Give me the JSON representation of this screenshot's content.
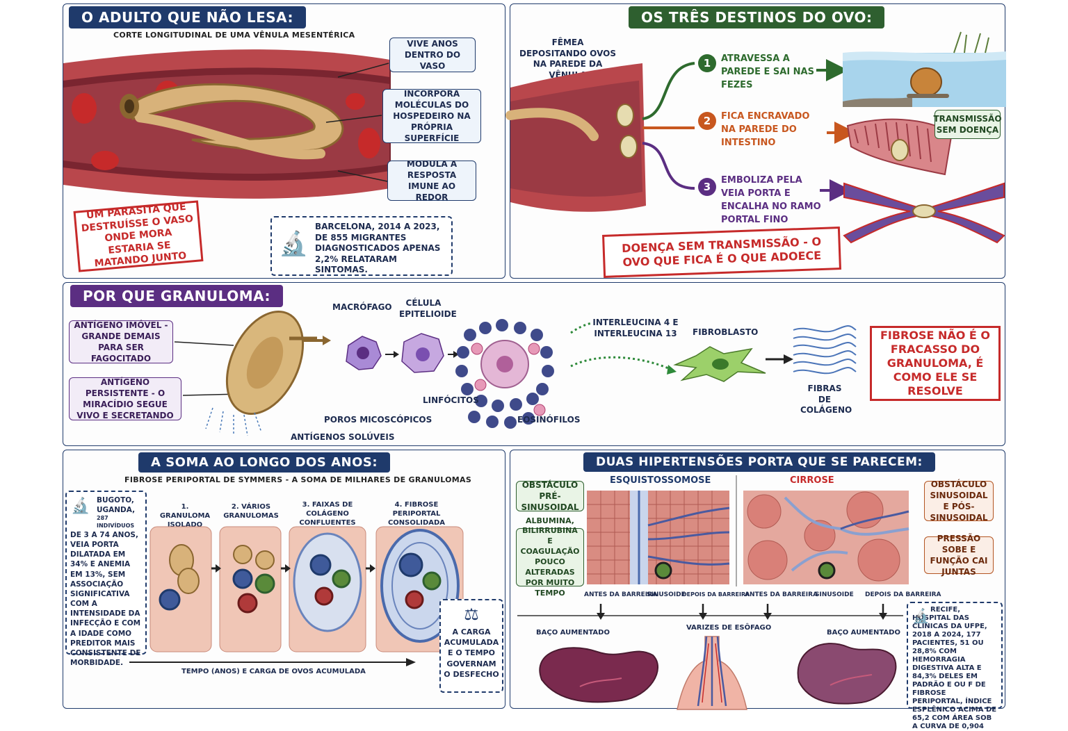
{
  "panel1": {
    "title": "O ADULTO QUE NÃO LESA:",
    "subtitle": "CORTE LONGITUDINAL DE UMA VÊNULA MESENTÉRICA",
    "box1": "VIVE ANOS DENTRO DO VASO",
    "box2": "INCORPORA MOLÉCULAS DO HOSPEDEIRO NA PRÓPRIA SUPERFÍCIE",
    "box3": "MODULA A RESPOSTA IMUNE AO REDOR",
    "stamp": "UM PARASITA QUE DESTRUÍSSE O VASO ONDE MORA ESTARIA SE MATANDO JUNTO",
    "note": "BARCELONA, 2014 A 2023, DE 855 MIGRANTES DIAGNOSTICADOS APENAS 2,2% RELATARAM SINTOMAS."
  },
  "panel2": {
    "title": "OS TRÊS DESTINOS DO OVO:",
    "female_label": "FÊMEA DEPOSITANDO OVOS NA PAREDE DA VÊNULA",
    "destinies": [
      {
        "num": "1",
        "text": "ATRAVESSA A PAREDE E SAI NAS FEZES",
        "color": "#2e6b2e"
      },
      {
        "num": "2",
        "text": "FICA ENCRAVADO NA PAREDE DO INTESTINO",
        "color": "#c8571f"
      },
      {
        "num": "3",
        "text": "EMBOLIZA PELA VEIA PORTA E ENCALHA NO RAMO PORTAL FINO",
        "color": "#5b2e82"
      }
    ],
    "transmission_box": "TRANSMISSÃO SEM DOENÇA",
    "stamp": "DOENÇA SEM TRANSMISSÃO - O OVO QUE FICA É O QUE ADOECE"
  },
  "panel3": {
    "title": "POR QUE GRANULOMA:",
    "box1": "ANTÍGENO IMÓVEL - GRANDE DEMAIS PARA SER FAGOCITADO",
    "box2": "ANTÍGENO PERSISTENTE - O MIRACÍDIO SEGUE VIVO E SECRETANDO",
    "pores": "POROS MICOSCÓPICOS",
    "antigens": "ANTÍGENOS SOLÚVEIS",
    "macrophage": "MACRÓFAGO",
    "epithelioid": "CÉLULA EPITELIOIDE",
    "lymphocytes": "LINFÓCITOS",
    "eosinophils": "EOSINÓFILOS",
    "interleukin": "INTERLEUCINA 4 E INTERLEUCINA 13",
    "fibroblast": "FIBROBLASTO",
    "collagen": "FIBRAS DE COLÁGENO",
    "stamp": "FIBROSE NÃO É O FRACASSO DO GRANULOMA, É COMO ELE SE RESOLVE"
  },
  "panel4": {
    "title": "A SOMA AO LONGO DOS ANOS:",
    "subtitle": "FIBROSE PERIPORTAL DE SYMMERS - A SOMA DE MILHARES DE GRANULOMAS",
    "note_head": "BUGOTO, UGANDA,",
    "note_small": "287 INDIVÍDUOS",
    "note_body": "DE 3 A 74 ANOS, VEIA PORTA DILATADA EM 34% E ANEMIA EM 13%, SEM ASSOCIAÇÃO SIGNIFICATIVA COM A INTENSIDADE DA INFECÇÃO E COM A IDADE COMO PREDITOR MAIS CONSISTENTE DE MORBIDADE.",
    "stages": [
      "1. GRANULOMA ISOLADO",
      "2. VÁRIOS GRANULOMAS",
      "3. FAIXAS DE COLÁGENO CONFLUENTES",
      "4. FIBROSE PERIPORTAL CONSOLIDADA"
    ],
    "axis": "TEMPO (ANOS) E CARGA DE OVOS ACUMULADA",
    "carga": "A CARGA ACUMULADA E O TEMPO GOVERNAM O DESFECHO"
  },
  "panel5": {
    "title": "DUAS HIPERTENSÕES PORTA QUE SE PARECEM:",
    "col1": "ESQUISTOSSOMOSE",
    "col2": "CIRROSE",
    "box_pre": "OBSTÁCULO PRÉ-SINUSOIDAL",
    "box_alb": "ALBUMINA, BILIRRUBINA E COAGULAÇÃO POUCO ALTERADAS POR MUITO TEMPO",
    "box_sin": "OBSTÁCULO SINUSOIDAL E PÓS-SINUSOIDAL",
    "box_press": "PRESSÃO SOBE E FUNÇÃO CAI JUNTAS",
    "axis_labels": [
      "ANTES DA BARREIRA",
      "SINUSOIDE",
      "DEPOIS DA BARREIRA"
    ],
    "baco": "BAÇO AUMENTADO",
    "varizes": "VARIZES DE ESÔFAGO",
    "note": "RECIFE, HOSPITAL DAS CLÍNICAS DA UFPE, 2018 A 2024, 177 PACIENTES, 51 OU 28,8% COM HEMORRAGIA DIGESTIVA ALTA E 84,3% DELES EM PADRÃO E OU F DE FIBROSE PERIPORTAL, ÍNDICE ESPLÊNICO ACIMA DE 65,2 COM ÁREA SOB A CURVA DE 0,904"
  }
}
